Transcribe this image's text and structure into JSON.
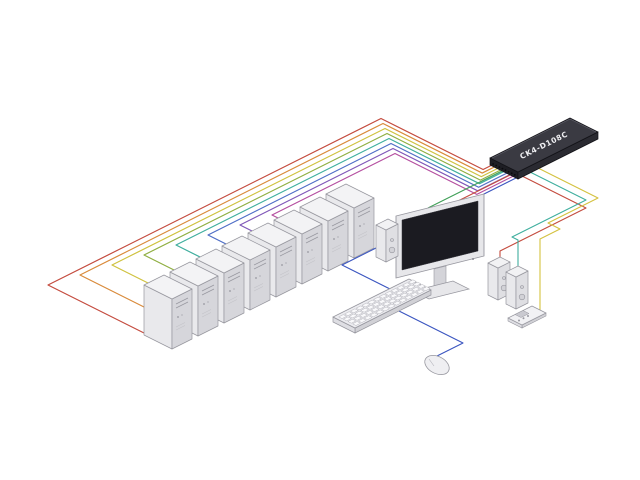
{
  "diagram": {
    "background": "#ffffff",
    "description": "Isometric installation diagram of an 8-port KVM switch connected to eight computer towers and one console (monitor, keyboard, mouse, speakers, remote)."
  },
  "kvm_switch": {
    "label": "CK4-D108C",
    "top_color": "#3a3a42",
    "front_color": "#2a2a31",
    "side_color": "#1e1e24",
    "port_count": 8
  },
  "computers": {
    "count": 8,
    "cable_colors": [
      "#c44b3e",
      "#d98a3a",
      "#cfc13e",
      "#8fae41",
      "#3fae9e",
      "#4f6ec6",
      "#7f57b8",
      "#b54fa0"
    ]
  },
  "console": {
    "peripherals": [
      "monitor",
      "keyboard",
      "mouse",
      "left-speaker",
      "right-speaker-1",
      "right-speaker-2",
      "remote-control"
    ],
    "cables": [
      {
        "name": "keyboard-cable",
        "color": "#3a55c0"
      },
      {
        "name": "mouse-cable",
        "color": "#3a55c0"
      },
      {
        "name": "monitor-cable",
        "color": "#3f9e56"
      },
      {
        "name": "left-speaker-cable",
        "color": "#c44b3e"
      },
      {
        "name": "right-speaker-cable",
        "color": "#c44b3e"
      },
      {
        "name": "second-speaker-cable",
        "color": "#3fae9e"
      },
      {
        "name": "remote-cable",
        "color": "#d4c23f"
      }
    ]
  }
}
